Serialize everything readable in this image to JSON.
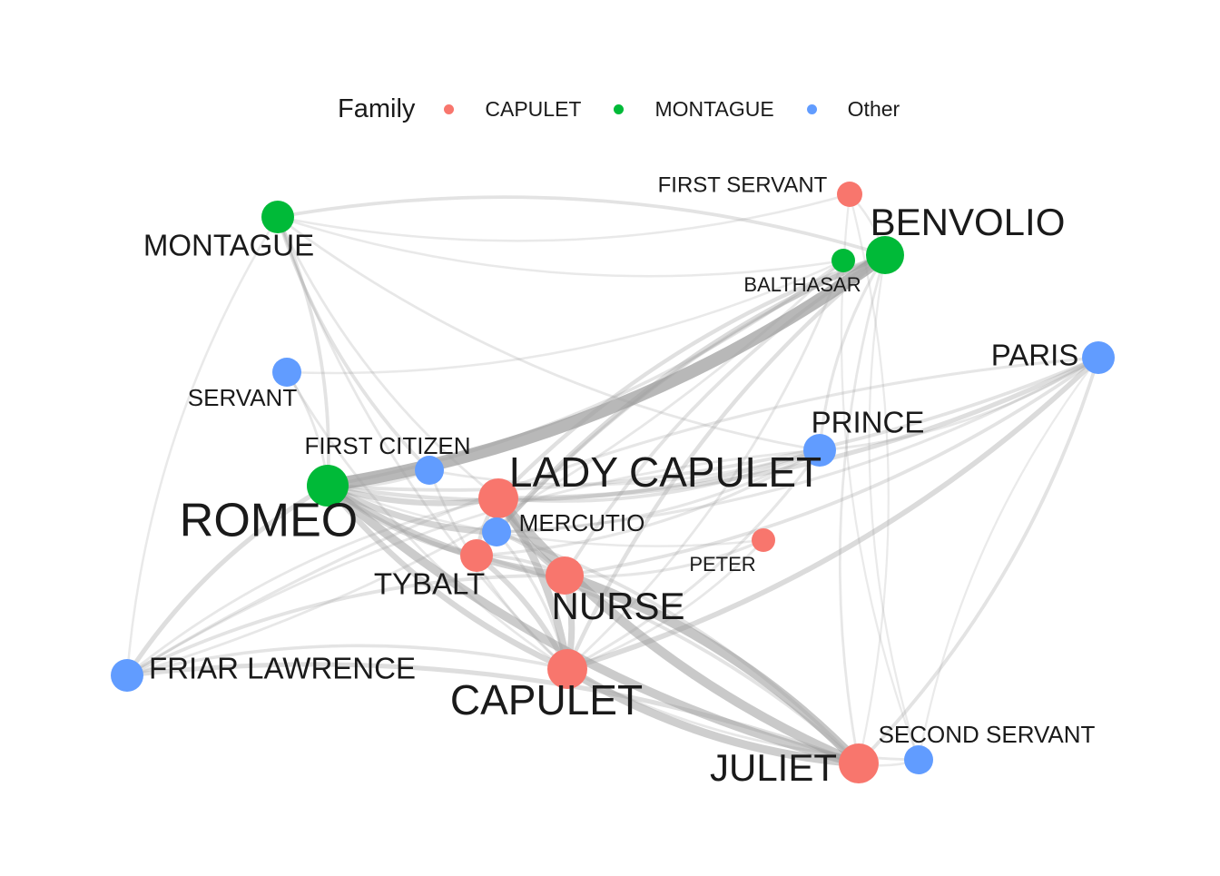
{
  "legend": {
    "title": "Family",
    "items": [
      {
        "label": "CAPULET",
        "color": "#F8766D"
      },
      {
        "label": "MONTAGUE",
        "color": "#00BA38"
      },
      {
        "label": "Other",
        "color": "#619CFF"
      }
    ]
  },
  "family_colors": {
    "CAPULET": "#F8766D",
    "MONTAGUE": "#00BA38",
    "Other": "#619CFF"
  },
  "nodes": [
    {
      "id": "ROMEO",
      "family": "MONTAGUE",
      "importance": 1.0
    },
    {
      "id": "BENVOLIO",
      "family": "MONTAGUE",
      "importance": 0.75
    },
    {
      "id": "MONTAGUE",
      "family": "MONTAGUE",
      "importance": 0.55
    },
    {
      "id": "BALTHASAR",
      "family": "MONTAGUE",
      "importance": 0.3
    },
    {
      "id": "FIRST SERVANT",
      "family": "CAPULET",
      "importance": 0.35
    },
    {
      "id": "LADY CAPULET",
      "family": "CAPULET",
      "importance": 0.9
    },
    {
      "id": "TYBALT",
      "family": "CAPULET",
      "importance": 0.55
    },
    {
      "id": "NURSE",
      "family": "CAPULET",
      "importance": 0.75
    },
    {
      "id": "CAPULET",
      "family": "CAPULET",
      "importance": 0.9
    },
    {
      "id": "JULIET",
      "family": "CAPULET",
      "importance": 0.9
    },
    {
      "id": "PETER",
      "family": "CAPULET",
      "importance": 0.3
    },
    {
      "id": "SERVANT",
      "family": "Other",
      "importance": 0.45
    },
    {
      "id": "FIRST CITIZEN",
      "family": "Other",
      "importance": 0.45
    },
    {
      "id": "MERCUTIO",
      "family": "Other",
      "importance": 0.5
    },
    {
      "id": "PRINCE",
      "family": "Other",
      "importance": 0.6
    },
    {
      "id": "PARIS",
      "family": "Other",
      "importance": 0.6
    },
    {
      "id": "FRIAR LAWRENCE",
      "family": "Other",
      "importance": 0.6
    },
    {
      "id": "SECOND SERVANT",
      "family": "Other",
      "importance": 0.45
    }
  ],
  "edges": [
    {
      "source": "ROMEO",
      "target": "BENVOLIO",
      "weight": 1.0
    },
    {
      "source": "ROMEO",
      "target": "MERCUTIO",
      "weight": 0.45
    },
    {
      "source": "ROMEO",
      "target": "NURSE",
      "weight": 0.5
    },
    {
      "source": "ROMEO",
      "target": "CAPULET",
      "weight": 0.4
    },
    {
      "source": "ROMEO",
      "target": "JULIET",
      "weight": 0.65
    },
    {
      "source": "ROMEO",
      "target": "LADY CAPULET",
      "weight": 0.4
    },
    {
      "source": "ROMEO",
      "target": "TYBALT",
      "weight": 0.35
    },
    {
      "source": "ROMEO",
      "target": "FRIAR LAWRENCE",
      "weight": 0.3
    },
    {
      "source": "ROMEO",
      "target": "MONTAGUE",
      "weight": 0.2
    },
    {
      "source": "ROMEO",
      "target": "PRINCE",
      "weight": 0.25
    },
    {
      "source": "ROMEO",
      "target": "PARIS",
      "weight": 0.2
    },
    {
      "source": "ROMEO",
      "target": "FIRST CITIZEN",
      "weight": 0.15
    },
    {
      "source": "ROMEO",
      "target": "SERVANT",
      "weight": 0.12
    },
    {
      "source": "ROMEO",
      "target": "BALTHASAR",
      "weight": 0.18
    },
    {
      "source": "ROMEO",
      "target": "PETER",
      "weight": 0.1
    },
    {
      "source": "BENVOLIO",
      "target": "MERCUTIO",
      "weight": 0.35
    },
    {
      "source": "BENVOLIO",
      "target": "MONTAGUE",
      "weight": 0.2
    },
    {
      "source": "BENVOLIO",
      "target": "CAPULET",
      "weight": 0.25
    },
    {
      "source": "BENVOLIO",
      "target": "LADY CAPULET",
      "weight": 0.25
    },
    {
      "source": "BENVOLIO",
      "target": "NURSE",
      "weight": 0.2
    },
    {
      "source": "BENVOLIO",
      "target": "TYBALT",
      "weight": 0.2
    },
    {
      "source": "BENVOLIO",
      "target": "PRINCE",
      "weight": 0.15
    },
    {
      "source": "BENVOLIO",
      "target": "FIRST SERVANT",
      "weight": 0.1
    },
    {
      "source": "BENVOLIO",
      "target": "SECOND SERVANT",
      "weight": 0.08
    },
    {
      "source": "BENVOLIO",
      "target": "JULIET",
      "weight": 0.12
    },
    {
      "source": "MONTAGUE",
      "target": "PRINCE",
      "weight": 0.12
    },
    {
      "source": "MONTAGUE",
      "target": "FIRST CITIZEN",
      "weight": 0.2
    },
    {
      "source": "MONTAGUE",
      "target": "FIRST SERVANT",
      "weight": 0.1
    },
    {
      "source": "MONTAGUE",
      "target": "LADY CAPULET",
      "weight": 0.12
    },
    {
      "source": "MONTAGUE",
      "target": "CAPULET",
      "weight": 0.12
    },
    {
      "source": "MONTAGUE",
      "target": "BALTHASAR",
      "weight": 0.1
    },
    {
      "source": "MONTAGUE",
      "target": "FRIAR LAWRENCE",
      "weight": 0.1
    },
    {
      "source": "SERVANT",
      "target": "CAPULET",
      "weight": 0.12
    },
    {
      "source": "SERVANT",
      "target": "BALTHASAR",
      "weight": 0.1
    },
    {
      "source": "FIRST CITIZEN",
      "target": "CAPULET",
      "weight": 0.12
    },
    {
      "source": "FIRST CITIZEN",
      "target": "PRINCE",
      "weight": 0.12
    },
    {
      "source": "CAPULET",
      "target": "LADY CAPULET",
      "weight": 0.55
    },
    {
      "source": "CAPULET",
      "target": "JULIET",
      "weight": 0.6
    },
    {
      "source": "CAPULET",
      "target": "NURSE",
      "weight": 0.45
    },
    {
      "source": "CAPULET",
      "target": "TYBALT",
      "weight": 0.35
    },
    {
      "source": "CAPULET",
      "target": "PARIS",
      "weight": 0.35
    },
    {
      "source": "CAPULET",
      "target": "FRIAR LAWRENCE",
      "weight": 0.18
    },
    {
      "source": "CAPULET",
      "target": "PETER",
      "weight": 0.12
    },
    {
      "source": "CAPULET",
      "target": "PRINCE",
      "weight": 0.15
    },
    {
      "source": "CAPULET",
      "target": "BALTHASAR",
      "weight": 0.12
    },
    {
      "source": "CAPULET",
      "target": "SECOND SERVANT",
      "weight": 0.12
    },
    {
      "source": "CAPULET",
      "target": "MERCUTIO",
      "weight": 0.15
    },
    {
      "source": "LADY CAPULET",
      "target": "JULIET",
      "weight": 0.7
    },
    {
      "source": "LADY CAPULET",
      "target": "NURSE",
      "weight": 0.45
    },
    {
      "source": "LADY CAPULET",
      "target": "TYBALT",
      "weight": 0.25
    },
    {
      "source": "LADY CAPULET",
      "target": "PARIS",
      "weight": 0.3
    },
    {
      "source": "LADY CAPULET",
      "target": "PRINCE",
      "weight": 0.2
    },
    {
      "source": "LADY CAPULET",
      "target": "MERCUTIO",
      "weight": 0.18
    },
    {
      "source": "LADY CAPULET",
      "target": "FRIAR LAWRENCE",
      "weight": 0.12
    },
    {
      "source": "JULIET",
      "target": "NURSE",
      "weight": 0.75
    },
    {
      "source": "JULIET",
      "target": "FRIAR LAWRENCE",
      "weight": 0.3
    },
    {
      "source": "JULIET",
      "target": "PARIS",
      "weight": 0.2
    },
    {
      "source": "JULIET",
      "target": "SECOND SERVANT",
      "weight": 0.1
    },
    {
      "source": "JULIET",
      "target": "MERCUTIO",
      "weight": 0.2
    },
    {
      "source": "JULIET",
      "target": "TYBALT",
      "weight": 0.2
    },
    {
      "source": "JULIET",
      "target": "FIRST SERVANT",
      "weight": 0.08
    },
    {
      "source": "NURSE",
      "target": "MERCUTIO",
      "weight": 0.25
    },
    {
      "source": "NURSE",
      "target": "TYBALT",
      "weight": 0.2
    },
    {
      "source": "NURSE",
      "target": "PETER",
      "weight": 0.15
    },
    {
      "source": "NURSE",
      "target": "FRIAR LAWRENCE",
      "weight": 0.2
    },
    {
      "source": "NURSE",
      "target": "PARIS",
      "weight": 0.2
    },
    {
      "source": "TYBALT",
      "target": "MERCUTIO",
      "weight": 0.25
    },
    {
      "source": "TYBALT",
      "target": "PRINCE",
      "weight": 0.15
    },
    {
      "source": "MERCUTIO",
      "target": "PRINCE",
      "weight": 0.15
    },
    {
      "source": "MERCUTIO",
      "target": "PARIS",
      "weight": 0.15
    },
    {
      "source": "PRINCE",
      "target": "PARIS",
      "weight": 0.12
    },
    {
      "source": "PRINCE",
      "target": "FRIAR LAWRENCE",
      "weight": 0.12
    },
    {
      "source": "PARIS",
      "target": "FRIAR LAWRENCE",
      "weight": 0.15
    },
    {
      "source": "PARIS",
      "target": "SECOND SERVANT",
      "weight": 0.08
    },
    {
      "source": "FIRST SERVANT",
      "target": "SECOND SERVANT",
      "weight": 0.08
    },
    {
      "source": "FRIAR LAWRENCE",
      "target": "BALTHASAR",
      "weight": 0.12
    }
  ]
}
